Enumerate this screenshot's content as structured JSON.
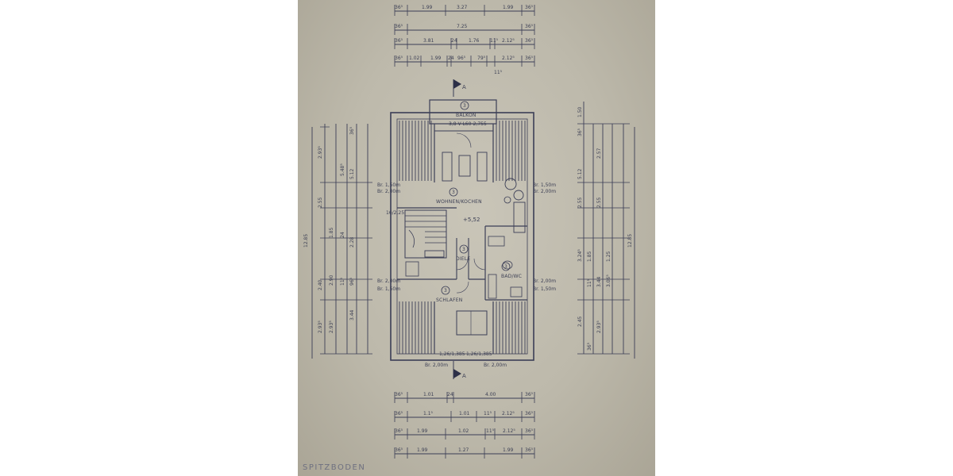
{
  "drawing": {
    "footer_title": "SPITZBODEN",
    "section_marker": "A",
    "rooms": [
      {
        "number": "3",
        "name": "BALKON",
        "sub": "3,8 V  L60-2,755"
      },
      {
        "number": "3",
        "name": "WOHNEN/KOCHEN",
        "level": "+5,52"
      },
      {
        "number": "3",
        "name": "DIELE"
      },
      {
        "number": "3",
        "name": "BAD/WC"
      },
      {
        "number": "3",
        "name": "SCHLAFEN"
      }
    ],
    "top_dimensions": [
      [
        "36⁵",
        "1.99",
        "3.27",
        "1.99",
        "36⁵"
      ],
      [
        "36⁵",
        "7.25",
        "36⁵"
      ],
      [
        "36⁵",
        "3.81",
        "24",
        "1.76",
        "11⁵",
        "2.12⁵",
        "36⁵"
      ],
      [
        "36⁵",
        "1.02",
        "1.99",
        "24",
        "96⁵",
        "79⁵",
        "2.12⁵",
        "36⁵"
      ]
    ],
    "top_extra": "11⁵",
    "bottom_dimensions": [
      [
        "36⁵",
        "1.01",
        "24",
        "4.00",
        "36⁵"
      ],
      [
        "36⁵",
        "1.1⁵",
        "1.01",
        "11⁵",
        "2.12⁵",
        "36⁵"
      ],
      [
        "36⁵",
        "1.99",
        "1.02",
        "11⁵",
        "2.12⁵",
        "36⁵"
      ],
      [
        "36⁵",
        "1.99",
        "1.27",
        "1.99",
        "36⁵"
      ]
    ],
    "left_dimensions": [
      "12.85",
      "2.93⁵",
      "2.55",
      "2.40",
      "2.93⁵",
      "5.48⁵",
      "2.90",
      "2.93⁵",
      "5.12",
      "2.28",
      "3.44",
      "36⁵",
      "24",
      "1.85",
      "11⁵",
      "96⁵"
    ],
    "right_dimensions": [
      "1.50",
      "36⁵",
      "5.12",
      "2.55",
      "3.24⁵",
      "2.45",
      "36⁵",
      "2.57",
      "2.55",
      "1.25",
      "3.06⁵",
      "2.93⁵",
      "12.85",
      "11⁵",
      "1.85",
      "3.44"
    ],
    "window_notes": {
      "left": [
        "Br. 1,50m",
        "Br. 2,00m",
        "Br. 2,00m",
        "Br. 1,50m"
      ],
      "right": [
        "Br. 1,50m",
        "Br. 2,00m",
        "Br. 2,00m",
        "Br. 1,50m"
      ],
      "bottom": [
        "1,26/1,385",
        "1,26/1,385",
        "Br. 2,00m",
        "Br. 2,00m"
      ]
    },
    "stair_note": "16/2,25"
  }
}
